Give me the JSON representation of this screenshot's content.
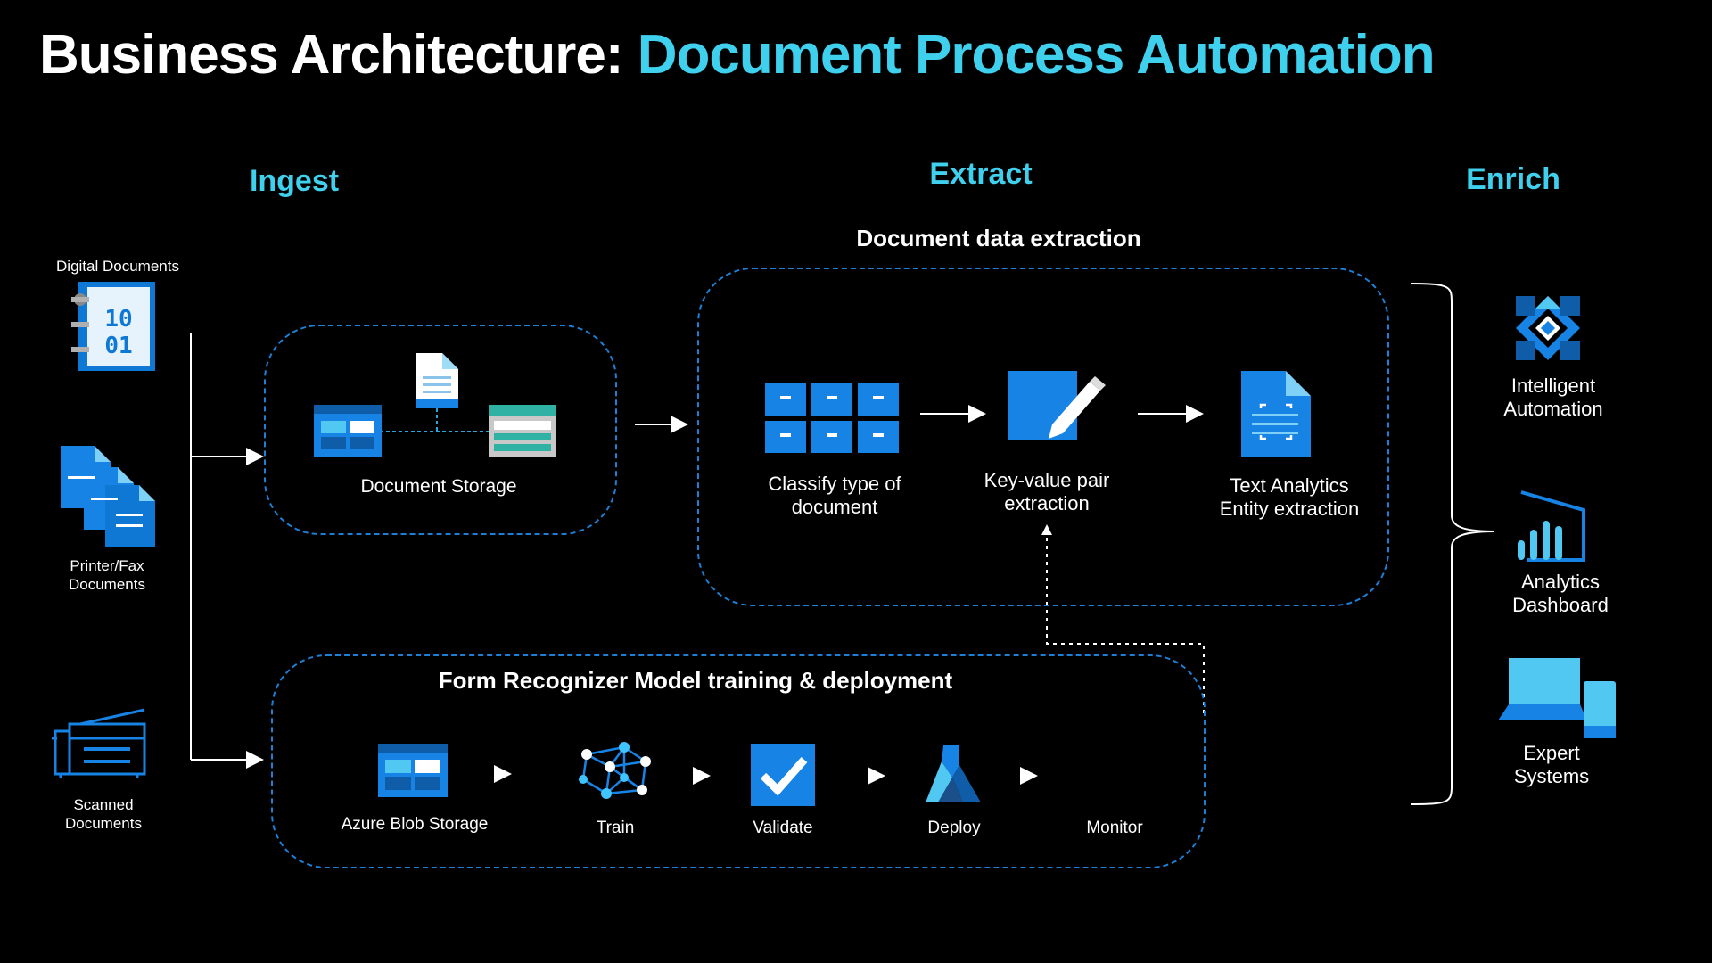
{
  "title": {
    "prefix": "Business Architecture:",
    "accent": "Document Process Automation"
  },
  "sections": {
    "ingest": "Ingest",
    "extract": "Extract",
    "enrich": "Enrich"
  },
  "sources": [
    {
      "label": "Digital Documents",
      "icon": "binary-document-icon"
    },
    {
      "label": "Printer/Fax\nDocuments",
      "icon": "multiple-documents-icon"
    },
    {
      "label": "Scanned\nDocuments",
      "icon": "scanner-icon"
    }
  ],
  "document_storage": {
    "label": "Document Storage"
  },
  "extraction": {
    "heading": "Document data extraction",
    "steps": [
      {
        "label": "Classify type of\ndocument",
        "icon": "file-cabinet-icon"
      },
      {
        "label": "Key-value pair\nextraction",
        "icon": "pen-edit-icon"
      },
      {
        "label": "Text Analytics\nEntity extraction",
        "icon": "text-document-icon"
      }
    ]
  },
  "training": {
    "heading": "Form Recognizer Model training & deployment",
    "steps": [
      {
        "label": "Azure Blob Storage",
        "icon": "blob-storage-icon"
      },
      {
        "label": "Train",
        "icon": "neural-network-icon"
      },
      {
        "label": "Validate",
        "icon": "checkmark-icon"
      },
      {
        "label": "Deploy",
        "icon": "machine-learning-icon"
      },
      {
        "label": "Monitor",
        "icon": ""
      }
    ]
  },
  "outputs": [
    {
      "label": "Intelligent\nAutomation",
      "icon": "automation-diamond-icon"
    },
    {
      "label": "Analytics\nDashboard",
      "icon": "power-bi-icon"
    },
    {
      "label": "Expert\nSystems",
      "icon": "laptop-devices-icon"
    }
  ],
  "colors": {
    "accent": "#3fd0ee",
    "azure_blue": "#0f78d4",
    "dashed_border": "#1e7fd6",
    "background": "#000000"
  }
}
